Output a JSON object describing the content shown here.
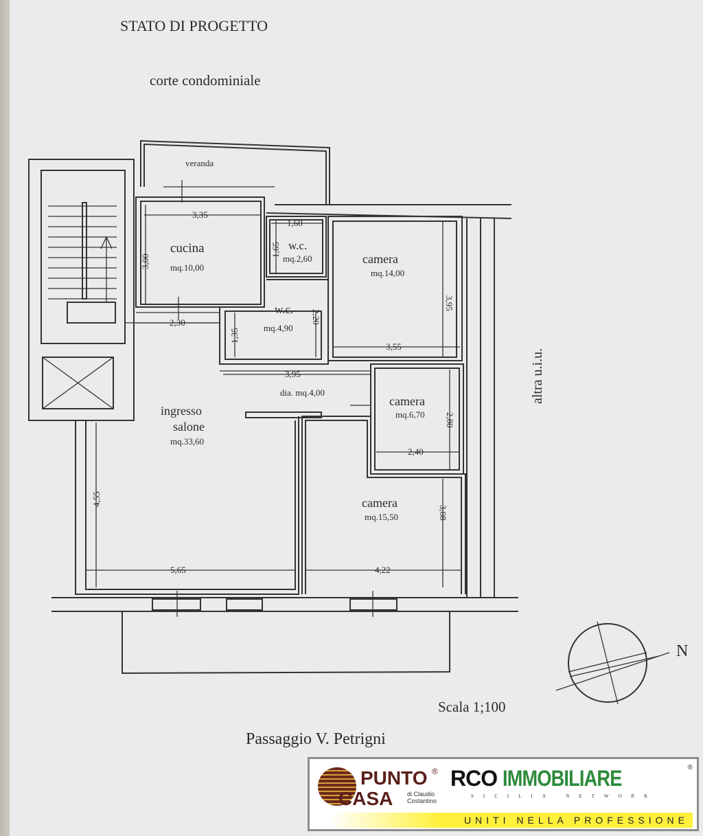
{
  "title": "STATO DI PROGETTO",
  "top_label": "corte condominiale",
  "side_label": "altra u.i.u.",
  "street_label": "Passaggio V. Petrigni",
  "scale": "Scala 1;100",
  "north": "N",
  "rooms": {
    "veranda": "veranda",
    "cucina": {
      "name": "cucina",
      "area": "mq.10,00"
    },
    "wc1": {
      "name": "w.c.",
      "area": "mq.2,60"
    },
    "wc2": {
      "name": "w.c.",
      "area": "mq.4,90"
    },
    "camera1": {
      "name": "camera",
      "area": "mq.14,00"
    },
    "disimpegno": "dia. mq.4,00",
    "salone": {
      "name1": "ingresso",
      "name2": "salone",
      "area": "mq.33,60"
    },
    "camera2": {
      "name": "camera",
      "area": "mq.6,70"
    },
    "camera3": {
      "name": "camera",
      "area": "mq.15,50"
    }
  },
  "dimensions": {
    "cucina_w": "3,35",
    "cucina_h": "3,00",
    "wc1_w": "1,60",
    "wc1_h": "1,65",
    "camera1_h": "3,95",
    "camera1_w": "3,55",
    "corr_w": "2,30",
    "wc2_h": "2,20",
    "wc2_h2": "1,35",
    "dia_w": "3,95",
    "camera2_h": "2,80",
    "camera2_w": "2,40",
    "salone_h": "4,55",
    "salone_w": "5,65",
    "camera3_h": "3,08",
    "camera3_w": "4,22"
  },
  "logos": {
    "puntocasa_1": "PUNTO",
    "puntocasa_2": "CASA",
    "puntocasa_by1": "di Claudio",
    "puntocasa_by2": "Costantino",
    "arco_1": "RCO",
    "arco_2": "IMMOBILIARE",
    "arco_sub": "SICILIA NETWORK",
    "registered": "®",
    "slogan": "UNITI NELLA PROFESSIONE"
  }
}
